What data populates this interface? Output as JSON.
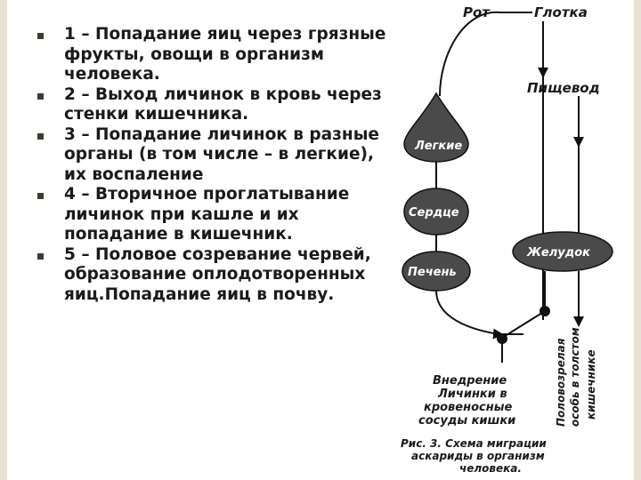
{
  "bullets": [
    "1 – Попадание яиц через грязные фрукты, овощи в организм человека.",
    "2 – Выход личинок  в кровь через стенки кишечника.",
    "3 – Попадание личинок в разные органы (в том числе – в легкие), их воспаление",
    "4 – Вторичное проглатывание личинок при кашле и их попадание в кишечник.",
    "5 – Половое созревание червей, образование оплодотворенных яиц.Попадание яиц в почву."
  ],
  "diagram": {
    "top_left": "Рот",
    "top_right": "Глотка",
    "esophagus": "Пищевод",
    "lungs": "Легкие",
    "heart": "Сердце",
    "liver": "Печень",
    "stomach": "Желудок",
    "entry_text": [
      "Внедрение",
      "Личинки в",
      "кровеносные",
      "сосуды кишки"
    ],
    "mature_text": [
      "Половозрелая",
      "особь в толстом",
      "кишечнике"
    ],
    "caption": [
      "Рис. 3. Схема миграции",
      "аскариды в организм",
      "человека."
    ]
  },
  "colors": {
    "organ_fill": "#4a4a4a",
    "organ_stroke": "#111111",
    "frame": "#e6e2d6"
  }
}
